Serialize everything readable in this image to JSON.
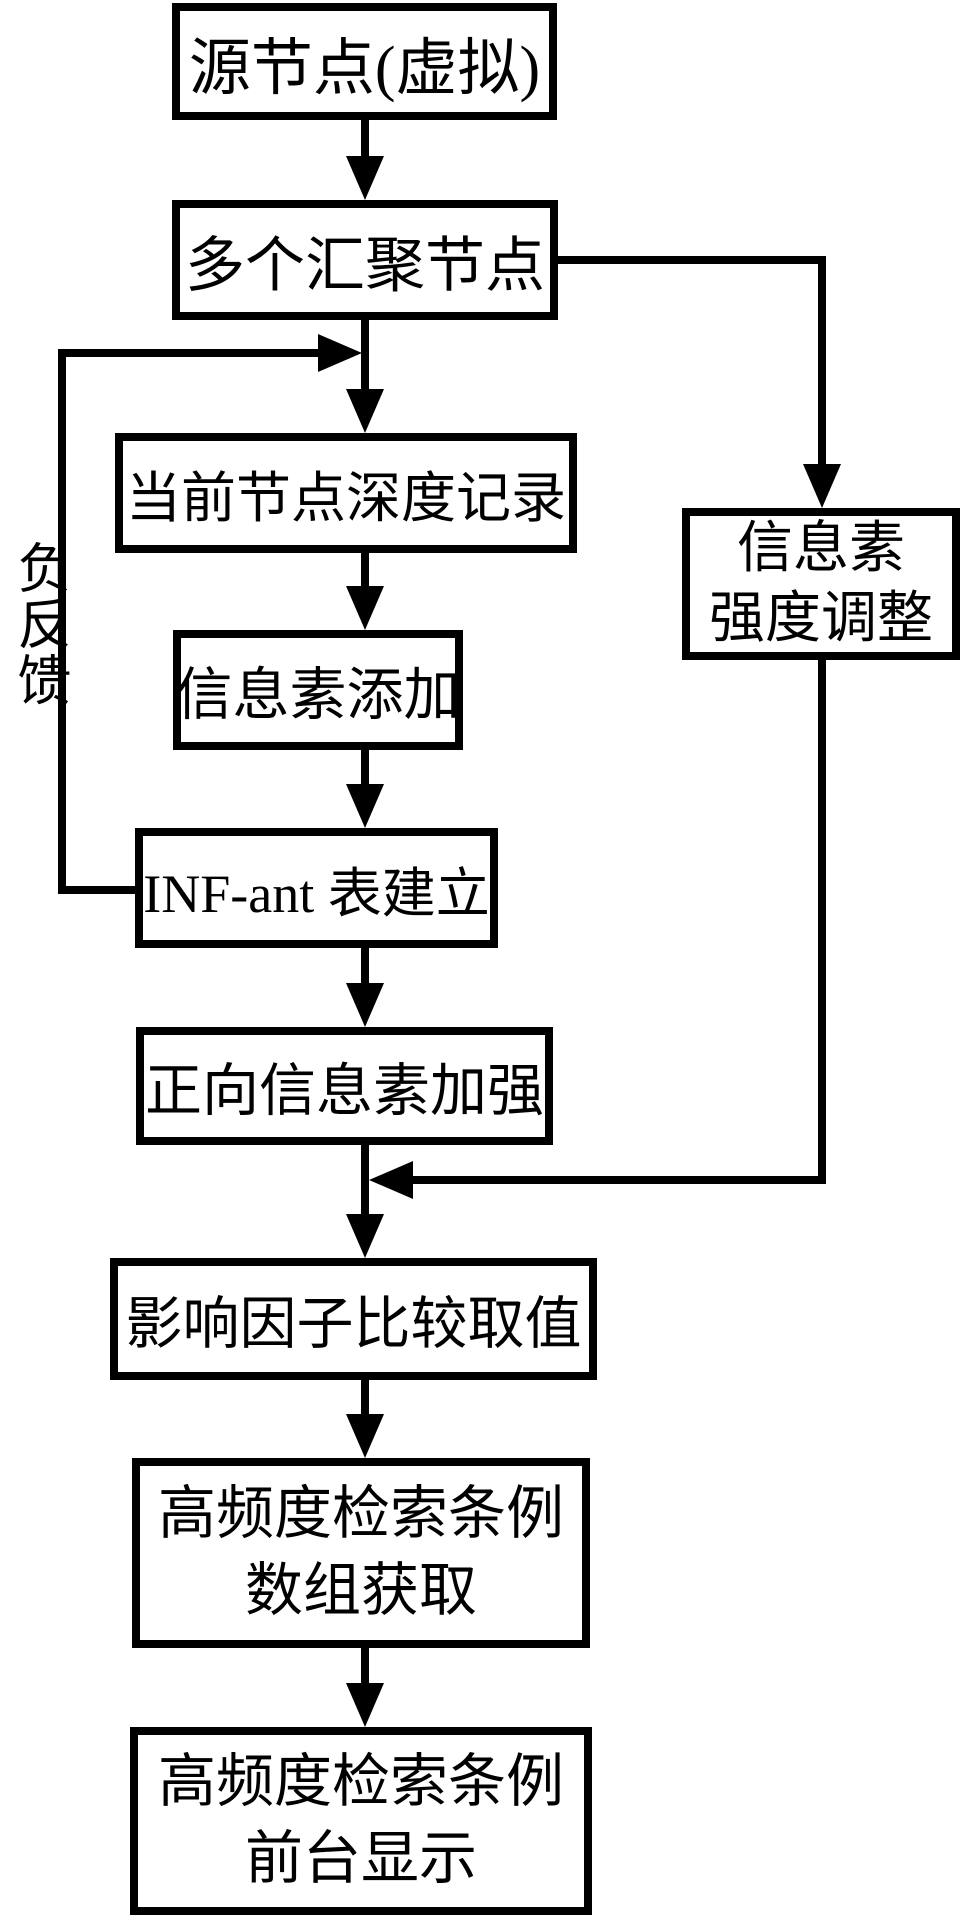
{
  "nodes": {
    "source": {
      "label": "源节点(虚拟)"
    },
    "sink": {
      "label": "多个汇聚节点"
    },
    "depth_record": {
      "label": "当前节点深度记录"
    },
    "pheromone_add": {
      "label": "信息素添加"
    },
    "inf_ant_table": {
      "label": "INF-ant 表建立"
    },
    "positive_reinforce": {
      "label": "正向信息素加强"
    },
    "influence_factor": {
      "label": "影响因子比较取值"
    },
    "high_freq_array": {
      "line1": "高频度检索条例",
      "line2": "数组获取"
    },
    "high_freq_display": {
      "line1": "高频度检索条例",
      "line2": "前台显示"
    },
    "pheromone_adjust": {
      "line1": "信息素",
      "line2": "强度调整"
    }
  },
  "labels": {
    "negative_feedback": "负反馈"
  },
  "colors": {
    "line": "#000000",
    "background": "#ffffff",
    "text": "#000000"
  }
}
